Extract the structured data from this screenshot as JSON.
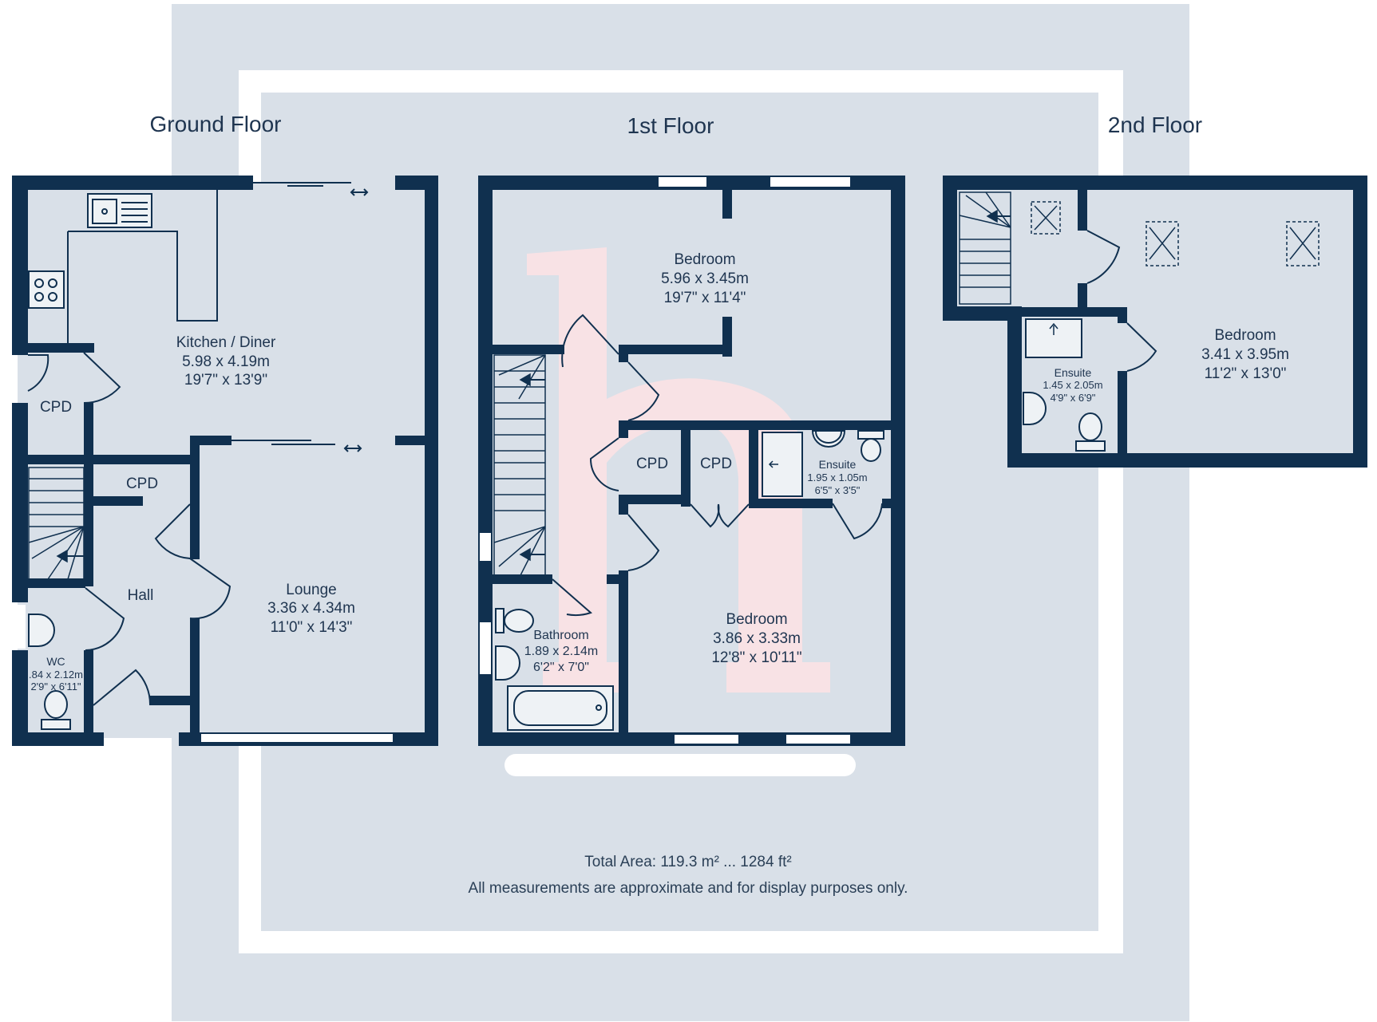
{
  "floors": {
    "ground": {
      "title": "Ground Floor",
      "kitchen": {
        "name": "Kitchen / Diner",
        "metric": "5.98 x 4.19m",
        "imperial": "19'7\" x 13'9\""
      },
      "lounge": {
        "name": "Lounge",
        "metric": "3.36 x 4.34m",
        "imperial": "11'0\" x 14'3\""
      },
      "hall": {
        "name": "Hall"
      },
      "cpd_left": "CPD",
      "cpd_hall": "CPD",
      "wc": {
        "name": "WC",
        "metric": ".84 x 2.12m",
        "imperial": "2'9\" x 6'11\""
      }
    },
    "first": {
      "title": "1st Floor",
      "bedroom_top": {
        "name": "Bedroom",
        "metric": "5.96 x 3.45m",
        "imperial": "19'7\" x 11'4\""
      },
      "bedroom_bottom": {
        "name": "Bedroom",
        "metric": "3.86 x 3.33m",
        "imperial": "12'8\" x 10'11\""
      },
      "bathroom": {
        "name": "Bathroom",
        "metric": "1.89 x 2.14m",
        "imperial": "6'2\" x 7'0\""
      },
      "ensuite": {
        "name": "Ensuite",
        "metric": "1.95 x 1.05m",
        "imperial": "6'5\" x 3'5\""
      },
      "cpd_a": "CPD",
      "cpd_b": "CPD"
    },
    "second": {
      "title": "2nd Floor",
      "bedroom": {
        "name": "Bedroom",
        "metric": "3.41 x 3.95m",
        "imperial": "11'2\" x 13'0\""
      },
      "ensuite": {
        "name": "Ensuite",
        "metric": "1.45 x 2.05m",
        "imperial": "4'9\" x 6'9\""
      }
    }
  },
  "footer": {
    "total_area": "Total Area: 119.3 m² ... 1284 ft²",
    "disclaimer": "All measurements are approximate and for display purposes only."
  },
  "colors": {
    "wall": "#10304f",
    "room_fill": "#d9e0e8",
    "watermark_bg": "#d9e0e8",
    "watermark_letter": "#fde2e4",
    "text": "#1f3550"
  }
}
